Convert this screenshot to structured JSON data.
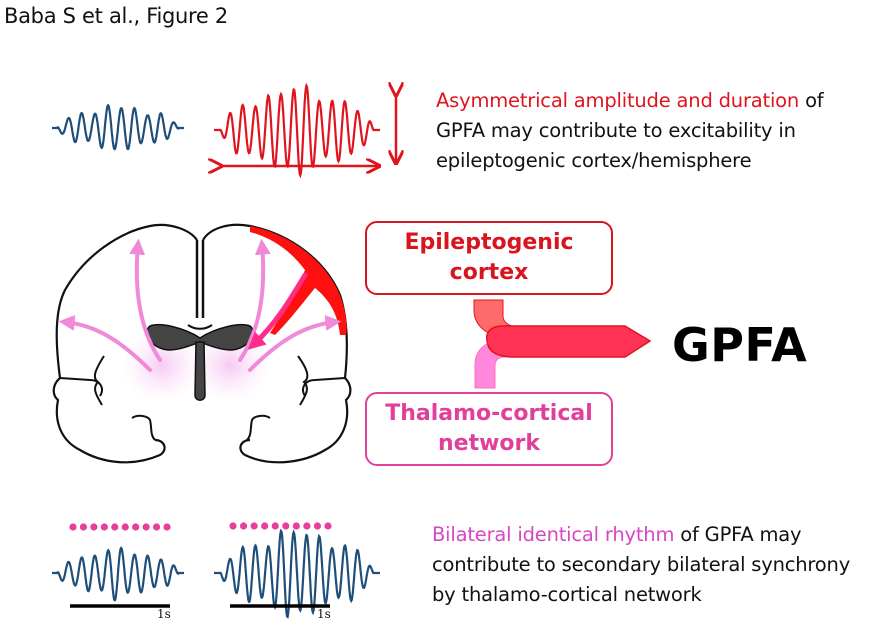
{
  "figure_title": "Baba S et al., Figure 2",
  "top_caption": {
    "highlight": "Asymmetrical amplitude and duration",
    "rest_line1": " of",
    "line2": "GPFA may contribute to excitability in",
    "line3": "epileptogenic cortex/hemisphere"
  },
  "bottom_caption": {
    "highlight": "Bilateral identical rhythm",
    "rest_line1": " of GPFA may",
    "line2": "contribute to secondary bilateral synchrony",
    "line3": "by thalamo-cortical network"
  },
  "boxes": {
    "epileptogenic": {
      "line1": "Epileptogenic",
      "line2": "cortex"
    },
    "thalamocortical": {
      "line1": "Thalamo-cortical",
      "line2": "network"
    }
  },
  "output_label": "GPFA",
  "scale_bars": {
    "left": "1s",
    "right": "1s"
  },
  "colors": {
    "eeg_blue": "#1f4e7a",
    "asym_red": "#e0141e",
    "pink": "#e8409a",
    "epi_arrow": "#ff3355",
    "thal_arrow": "#ff88dd"
  }
}
